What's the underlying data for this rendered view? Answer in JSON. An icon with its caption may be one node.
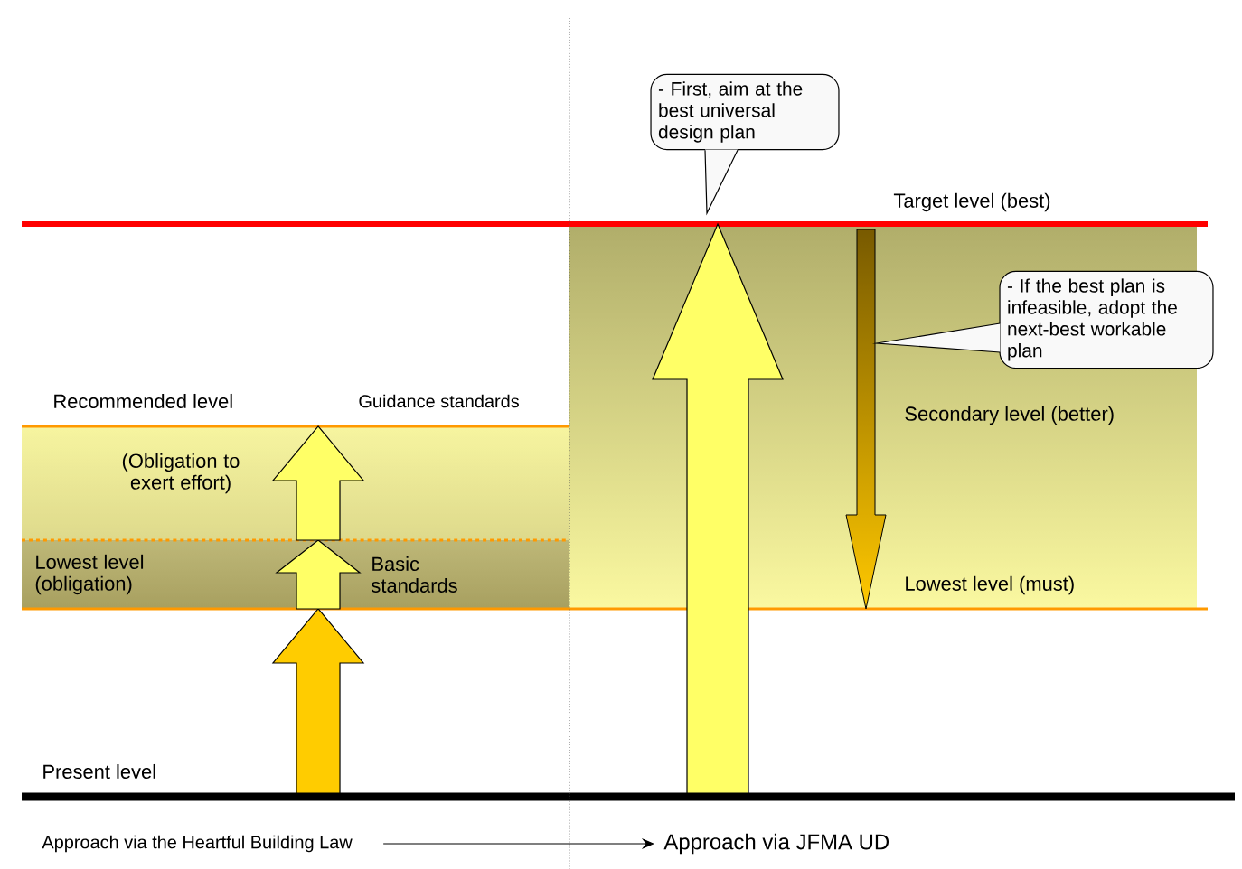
{
  "diagram": {
    "nodes": [
      {
        "text": [
          "- First, aim at the best universal design plan"
        ]
      },
      {
        "text": [
          "- If the best plan is infeasible, adopt the next-best workable plan"
        ]
      },
      {
        "text": [
          "Approach via the Heartful Building Law"
        ]
      },
      {
        "text": [
          "Approach via JFMA UD"
        ]
      }
    ],
    "edges": [
      {
        "from": 2,
        "to": 3,
        "arrow": "to"
      }
    ],
    "labels": [
      "Target level (best)",
      "Recommended level",
      "Guidance standards",
      "(Obligation to exert effort)",
      "Lowest level (obligation)",
      "Basic standards",
      "Secondary level (better)",
      "Lowest level (must)",
      "Present level"
    ]
  }
}
